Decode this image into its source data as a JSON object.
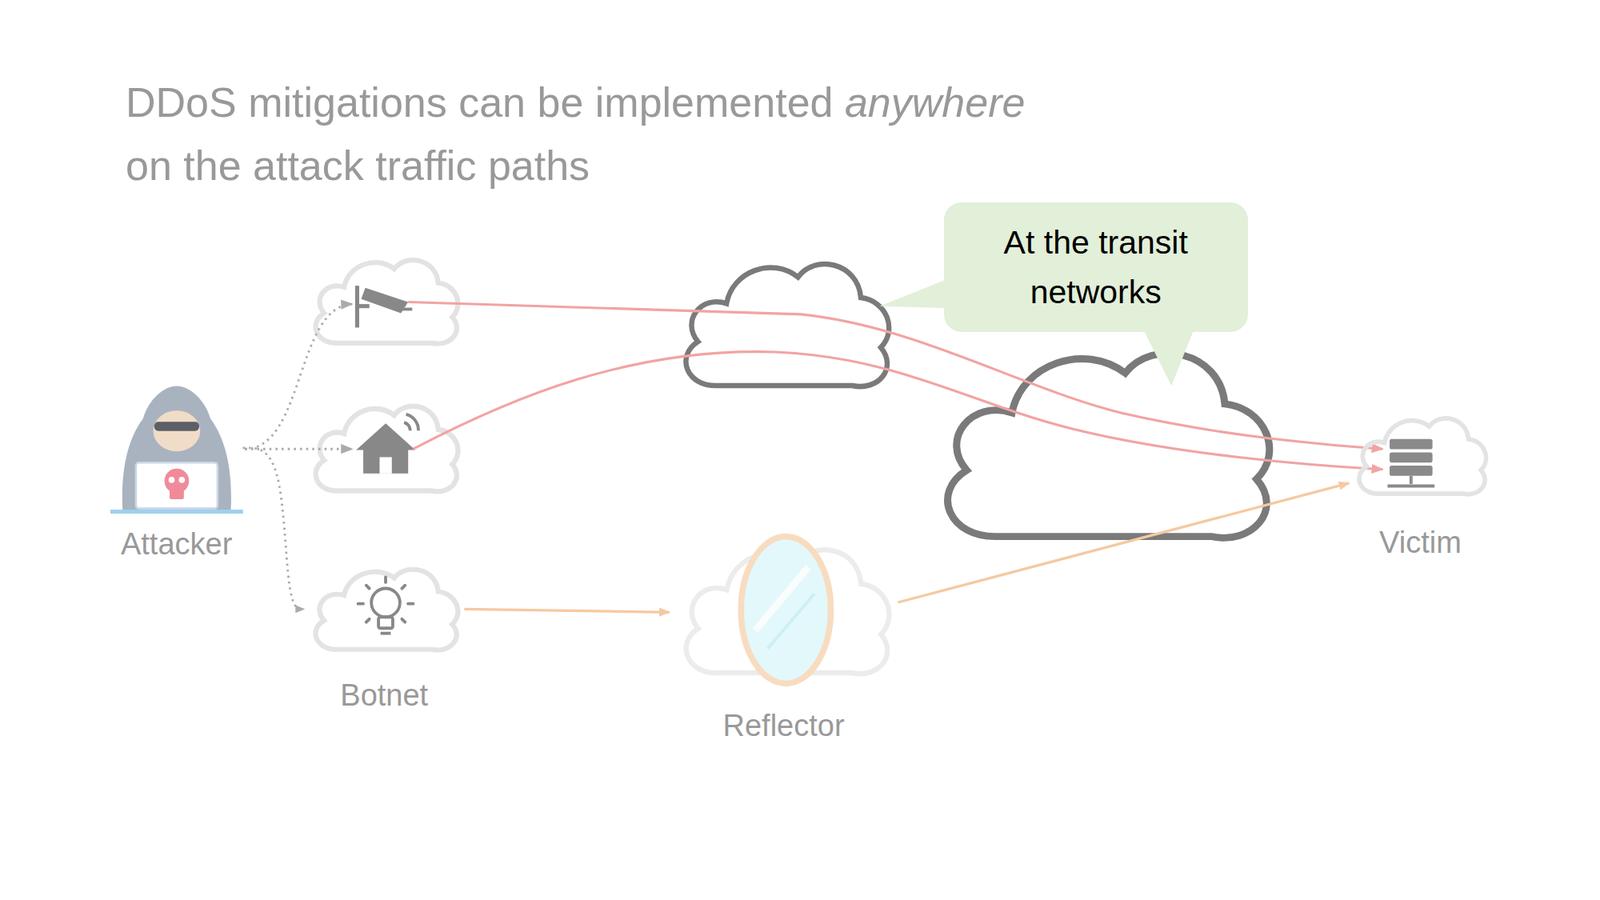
{
  "diagram": {
    "title": "DDoS mitigations can be implemented anywhere on the attack traffic paths",
    "nodes": [
      {
        "text": [
          "Attacker"
        ]
      },
      {
        "text": [
          "Botnet"
        ]
      },
      {
        "text": [
          "Reflector"
        ]
      },
      {
        "text": [
          "Victim"
        ]
      },
      {
        "text": [
          "At the transit networks"
        ]
      }
    ],
    "edges": [
      {
        "from": 0,
        "to": 1,
        "arrow": "to"
      },
      {
        "from": 1,
        "to": 2,
        "arrow": "to"
      },
      {
        "from": 2,
        "to": 3,
        "arrow": "to"
      }
    ]
  }
}
